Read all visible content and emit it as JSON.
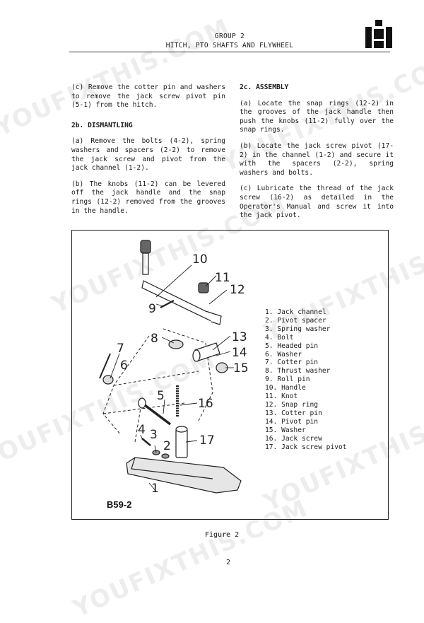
{
  "header": {
    "group": "GROUP 2",
    "subtitle": "HITCH, PTO SHAFTS AND FLYWHEEL"
  },
  "left_column": {
    "para_c": "(c) Remove the cotter pin and washers to remove the jack screw pivot pin (5-1) from the hitch.",
    "heading_2b": "2b. DISMANTLING",
    "para_a": "(a) Remove the bolts (4-2), spring washers and spacers (2-2) to remove the jack screw and pivot from the jack channel (1-2).",
    "para_b": "(b) The knobs (11-2) can be levered off the jack handle and the snap rings (12-2) removed from the grooves in the handle."
  },
  "right_column": {
    "heading_2c": "2c. ASSEMBLY",
    "para_a": "(a) Locate the snap rings (12-2) in the grooves of the jack handle then push the knobs (11-2) fully over the snap rings.",
    "para_b": "(b) Locate the jack screw pivot (17-2) in the channel (1-2) and secure it with the spacers (2-2), spring washers and bolts.",
    "para_c": "(c) Lubricate the thread of the jack screw (16-2) as detailed in the Operator's Manual and screw it into the jack pivot."
  },
  "figure": {
    "parts": [
      "1. Jack channel",
      "2. Pivot spacer",
      "3. Spring washer",
      "4. Bolt",
      "5. Headed pin",
      "6. Washer",
      "7. Cotter pin",
      "8. Thrust washer",
      "9. Roll pin",
      "10. Handle",
      "11. Knot",
      "12. Snap ring",
      "13. Cotter pin",
      "14. Pivot pin",
      "15. Washer",
      "16. Jack screw",
      "17. Jack screw pivot"
    ],
    "callouts": [
      "10",
      "11",
      "12",
      "9",
      "8",
      "13",
      "14",
      "7",
      "6",
      "15",
      "5",
      "16",
      "4",
      "3",
      "2",
      "17",
      "1"
    ],
    "figure_code": "B59-2"
  },
  "caption": "Figure 2",
  "page_number": "2",
  "watermark": "YOUFIXTHIS.COM"
}
